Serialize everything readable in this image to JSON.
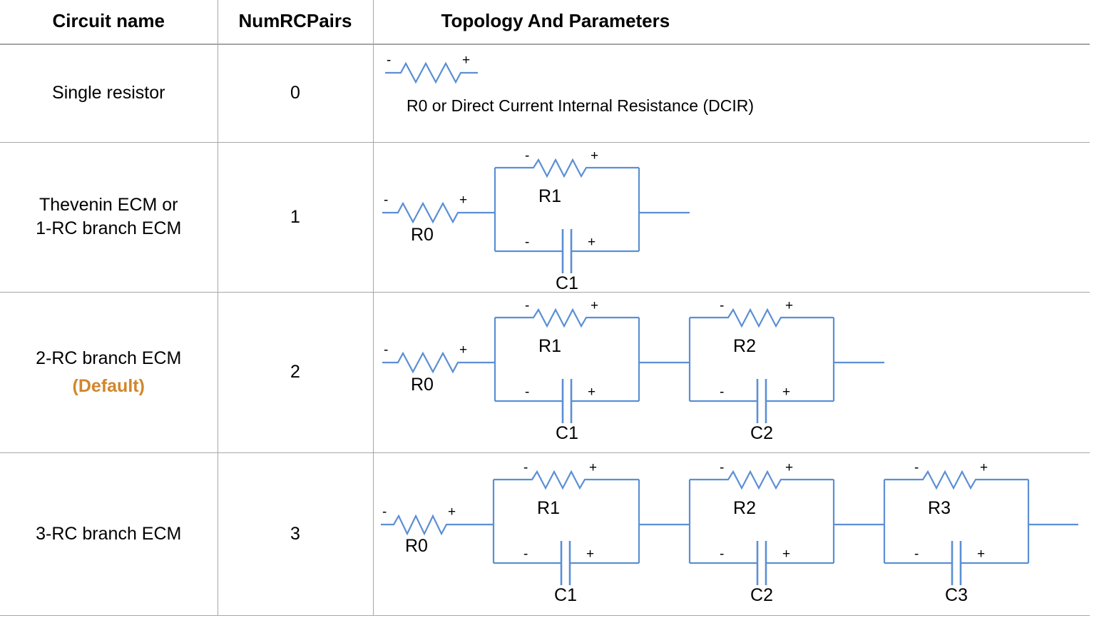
{
  "table": {
    "headers": {
      "circuit_name": "Circuit name",
      "num_rc_pairs": "NumRCPairs",
      "topology": "Topology And Parameters"
    },
    "rows": [
      {
        "circuit_name": "Single resistor",
        "circuit_name_line2": "",
        "num_rc_pairs": "0",
        "default_tag": "",
        "diagram": {
          "type": "single-resistor",
          "series_resistor_label": "",
          "caption": "R0 or   Direct Current Internal Resistance (DCIR)",
          "minus_sign": "-",
          "plus_sign": "+",
          "rc_branches": []
        }
      },
      {
        "circuit_name": "Thevenin ECM or",
        "circuit_name_line2": "1-RC branch ECM",
        "num_rc_pairs": "1",
        "default_tag": "",
        "diagram": {
          "type": "rc-ladder",
          "series_resistor_label": "R0",
          "caption": "",
          "minus_sign": "-",
          "plus_sign": "+",
          "rc_branches": [
            {
              "resistor": "R1",
              "capacitor": "C1"
            }
          ]
        }
      },
      {
        "circuit_name": "2-RC branch ECM",
        "circuit_name_line2": "",
        "num_rc_pairs": "2",
        "default_tag": "(Default)",
        "diagram": {
          "type": "rc-ladder",
          "series_resistor_label": "R0",
          "caption": "",
          "minus_sign": "-",
          "plus_sign": "+",
          "rc_branches": [
            {
              "resistor": "R1",
              "capacitor": "C1"
            },
            {
              "resistor": "R2",
              "capacitor": "C2"
            }
          ]
        }
      },
      {
        "circuit_name": "3-RC branch ECM",
        "circuit_name_line2": "",
        "num_rc_pairs": "3",
        "default_tag": "",
        "diagram": {
          "type": "rc-ladder",
          "series_resistor_label": "R0",
          "caption": "",
          "minus_sign": "-",
          "plus_sign": "+",
          "rc_branches": [
            {
              "resistor": "R1",
              "capacitor": "C1"
            },
            {
              "resistor": "R2",
              "capacitor": "C2"
            },
            {
              "resistor": "R3",
              "capacitor": "C3"
            }
          ]
        }
      }
    ]
  },
  "colors": {
    "circuit_blue": "#5B8FD4",
    "default_orange": "#D2862A",
    "grid_line": "#A6A6A6",
    "text": "#000000",
    "background": "#FFFFFF"
  }
}
